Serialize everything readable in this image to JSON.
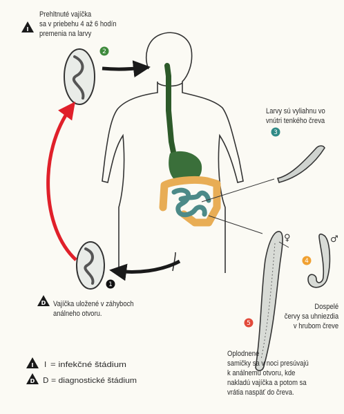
{
  "step_labels": [
    {
      "id": "step1",
      "text": "Vajíčka uložené v záhyboch\nanálneho otvoru."
    },
    {
      "id": "step2",
      "text": "Prehltnuté vajíčka\nsa v priebehu 4 až 6 hodín\npremenia na larvy"
    },
    {
      "id": "step3",
      "text": "Larvy sú vyliahnu vo\nvnútri tenkého čreva"
    },
    {
      "id": "step4",
      "text": "Dospelé\nčervy sa uhniezdia\nv hrubom čreve"
    },
    {
      "id": "step5",
      "text": "Oplodnené\nsamičky sa v noci presúvajú\nk análnemu otvoru, kde\nnakladú vajíčka a potom sa\nvrátia naspäť do čreva."
    }
  ],
  "step_numbers": [
    "1",
    "2",
    "3",
    "4",
    "5"
  ],
  "step_colors": {
    "1": "#111111",
    "2": "#3e8a3c",
    "3": "#2f8a86",
    "4": "#f0a030",
    "5": "#e24a3a"
  },
  "legend": {
    "infective_symbol": "I",
    "infective_text": "= infekčné štádium",
    "diagnostic_symbol": "D",
    "diagnostic_text": "= diagnostické štádium"
  },
  "sex_symbols": {
    "female": "♀",
    "male": "♂"
  },
  "colors": {
    "esophagus": "#2d5a2a",
    "stomach": "#3a6f3a",
    "small_intestine": "#4c8a88",
    "large_intestine": "#e8ad55",
    "cycle_arrow": "#e0202a",
    "arrow": "#1a1a1a"
  }
}
